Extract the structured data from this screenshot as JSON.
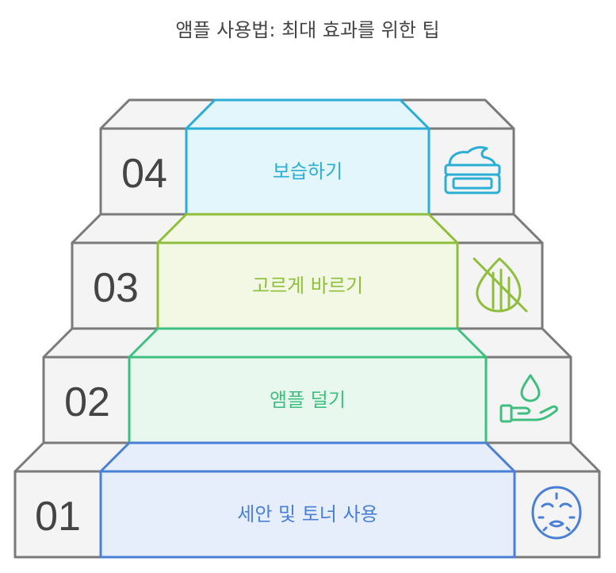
{
  "title": "앰플 사용법: 최대 효과를 위한 팁",
  "steps": [
    {
      "number": "01",
      "label": "세안 및 토너 사용",
      "icon": "face-mask-icon",
      "color": "#4a7fd6",
      "fill": "#e6eefb"
    },
    {
      "number": "02",
      "label": "앰플 덜기",
      "icon": "hand-drop-icon",
      "color": "#3fbf7f",
      "fill": "#e9f8ef"
    },
    {
      "number": "03",
      "label": "고르게 바르기",
      "icon": "no-leaf-icon",
      "color": "#8fbf3a",
      "fill": "#f2f8e3"
    },
    {
      "number": "04",
      "label": "보습하기",
      "icon": "cream-jar-icon",
      "color": "#2aaed6",
      "fill": "#e3f6fc"
    }
  ]
}
